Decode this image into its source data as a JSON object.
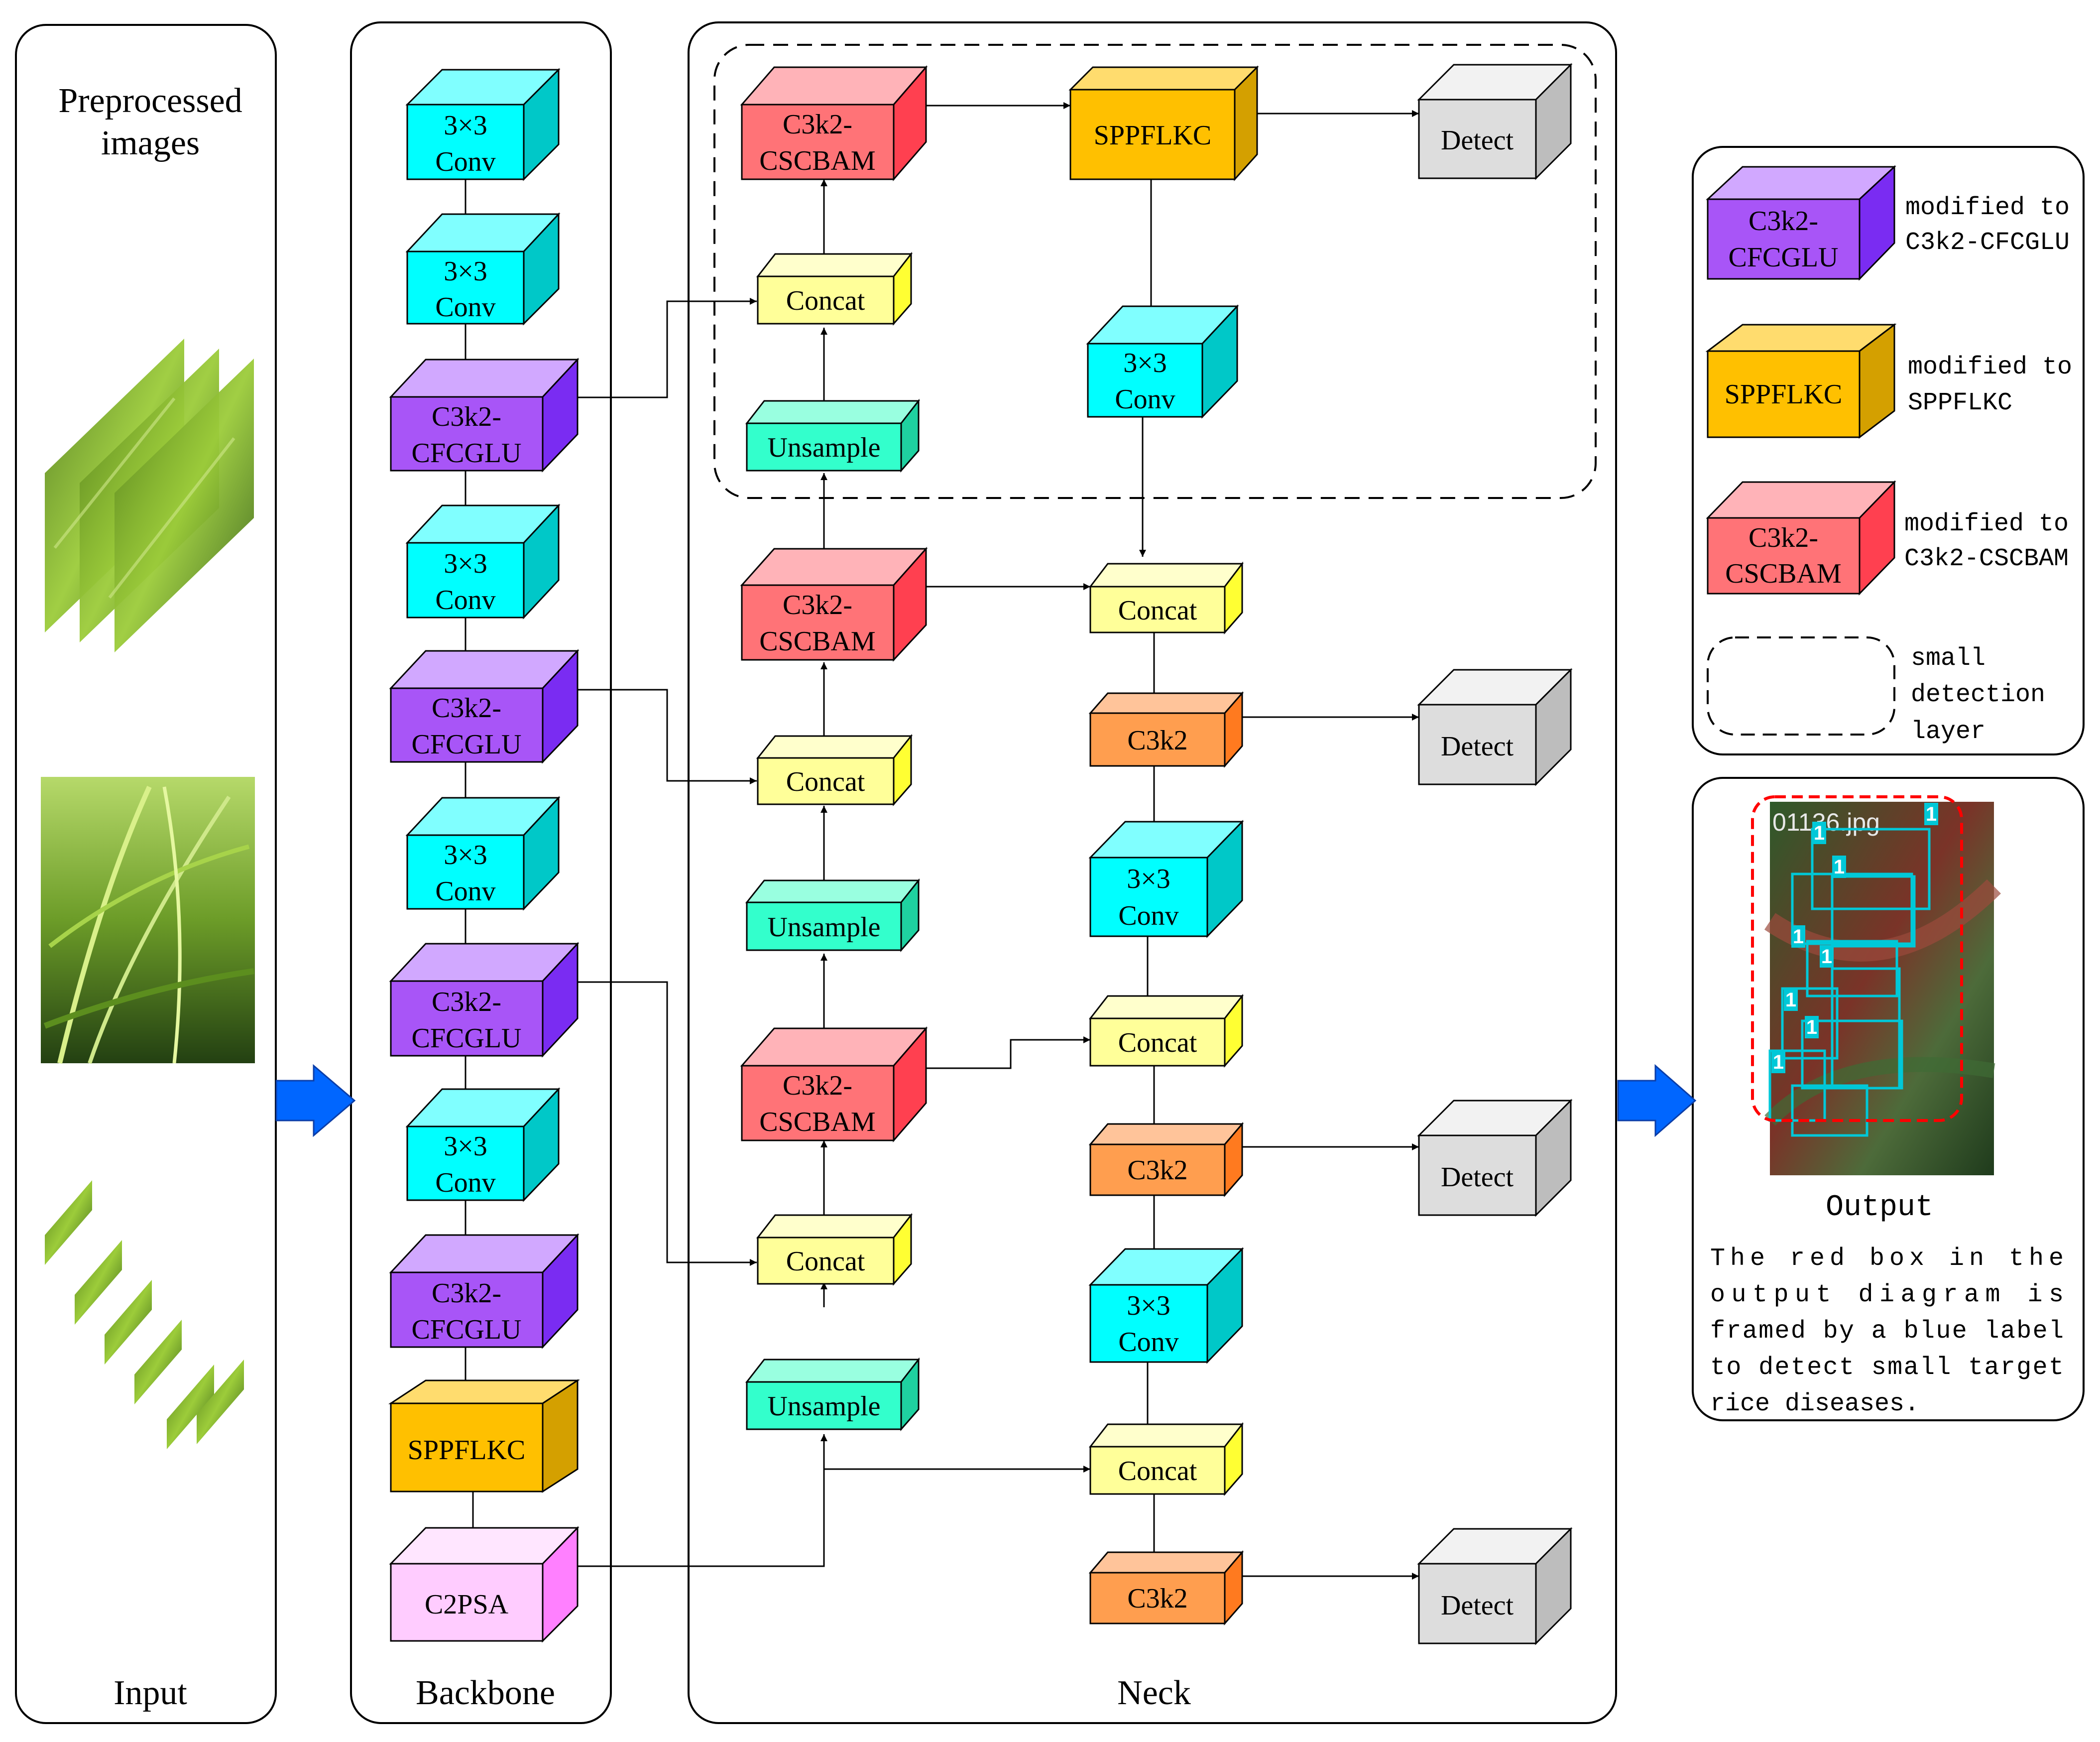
{
  "panels": {
    "input": "Input",
    "backbone": "Backbone",
    "neck": "Neck",
    "preprocessed": [
      "Preprocessed",
      "images"
    ]
  },
  "blocks": {
    "conv": [
      "3×3",
      "Conv"
    ],
    "cfcglu": [
      "C3k2-",
      "CFCGLU"
    ],
    "cscbam": [
      "C3k2-",
      "CSCBAM"
    ],
    "sppflkc": "SPPFLKC",
    "c2psa": "C2PSA",
    "concat": "Concat",
    "unsample": "Unsample",
    "c3k2": "C3k2",
    "detect": "Detect"
  },
  "legend": {
    "cfcglu_block": [
      "C3k2-",
      "CFCGLU"
    ],
    "cfcglu_desc": [
      "modified to",
      "C3k2-CFCGLU"
    ],
    "sppflkc_block": "SPPFLKC",
    "sppflkc_desc": [
      "modified to",
      "SPPFLKC"
    ],
    "cscbam_block": [
      "C3k2-",
      "CSCBAM"
    ],
    "cscbam_desc": [
      "modified to",
      "C3k2-CSCBAM"
    ],
    "small_desc": [
      "small",
      "detection",
      "layer"
    ]
  },
  "output": {
    "title": "Output",
    "overlay_text": "01136.jpg",
    "box_label": "1",
    "caption": [
      "The red box in the",
      "output diagram is",
      "framed by a blue label",
      "to detect small target",
      "rice diseases."
    ]
  },
  "colors": {
    "conv": "#00ffff",
    "cfcglu": "#a855f7",
    "cscbam": "#ff7377",
    "sppflkc": "#ffc000",
    "c2psa": "#ffccff",
    "concat": "#ffff99",
    "unsample": "#33ffcc",
    "c3k2": "#ff9e4f",
    "detect": "#dddddd",
    "arrow_blue": "#0066ff",
    "detection_red": "#ff0000",
    "label_cyan": "#00c8d8"
  }
}
